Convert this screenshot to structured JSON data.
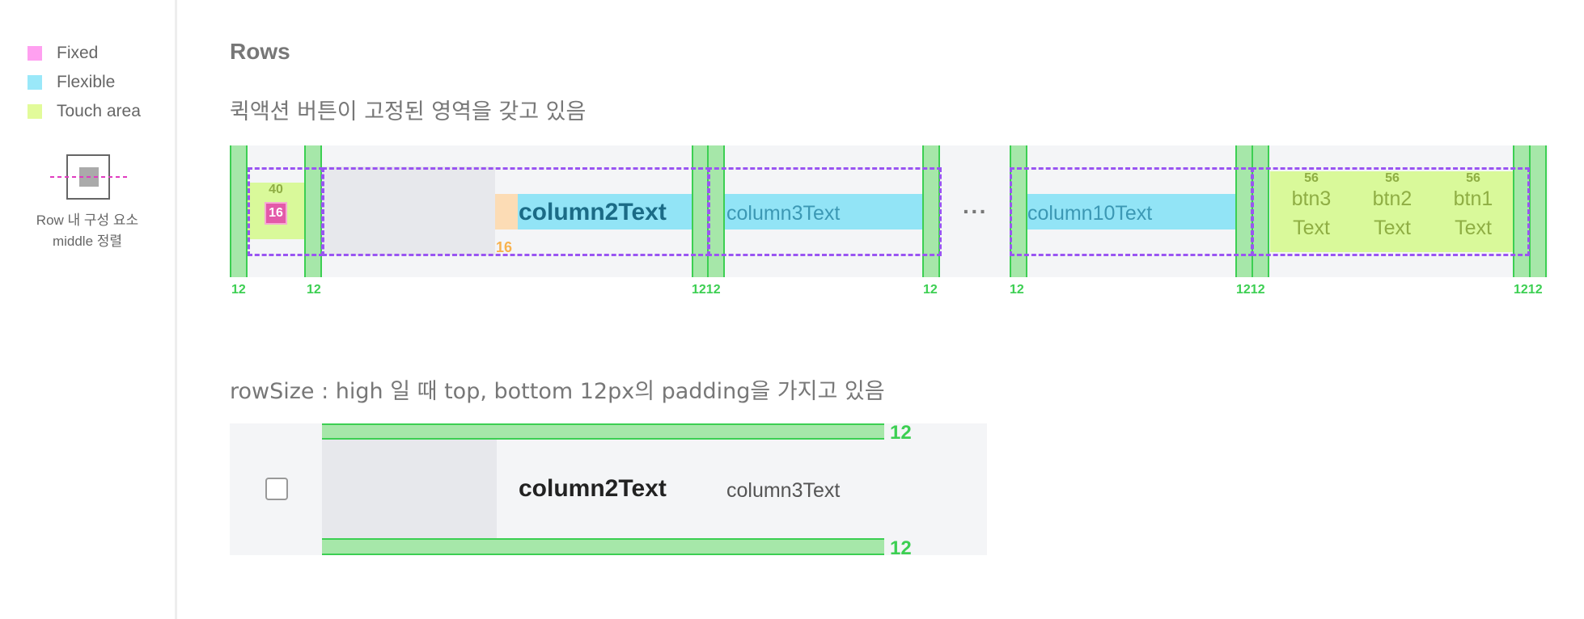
{
  "legend": {
    "items": [
      {
        "label": "Fixed",
        "color": "#ffa0f0"
      },
      {
        "label": "Flexible",
        "color": "#9ae8f9"
      },
      {
        "label": "Touch area",
        "color": "#e2fb9a"
      }
    ],
    "caption_line1": "Row 내 구성 요소",
    "caption_line2": "middle 정렬"
  },
  "section": {
    "title": "Rows",
    "desc1": "퀵액션 버튼이 고정된 영역을 갖고 있음",
    "desc2": "rowSize : high 일 때 top, bottom 12px의 padding을 가지고 있음"
  },
  "diagram1": {
    "touch_size": "40",
    "icon_size": "16",
    "gap_size": "16",
    "column2": "column2Text",
    "column3": "column3Text",
    "ellipsis": "···",
    "column10": "column10Text",
    "buttons": [
      {
        "size": "56",
        "line1": "btn3",
        "line2": "Text"
      },
      {
        "size": "56",
        "line1": "btn2",
        "line2": "Text"
      },
      {
        "size": "56",
        "line1": "btn1",
        "line2": "Text"
      }
    ],
    "padding_labels": [
      "12",
      "12",
      "1212",
      "12",
      "12",
      "1212",
      "1212"
    ]
  },
  "diagram2": {
    "column2": "column2Text",
    "column3": "column3Text",
    "top_padding": "12",
    "bottom_padding": "12"
  },
  "colors": {
    "padding_green": "#a6e7a9",
    "padding_line": "#3ccf52",
    "dashed_purple": "#9a55f2",
    "fixed_pink": "#e35aa9",
    "flexible_cyan": "#92e4f6",
    "touch_lime": "#d9f99a"
  }
}
